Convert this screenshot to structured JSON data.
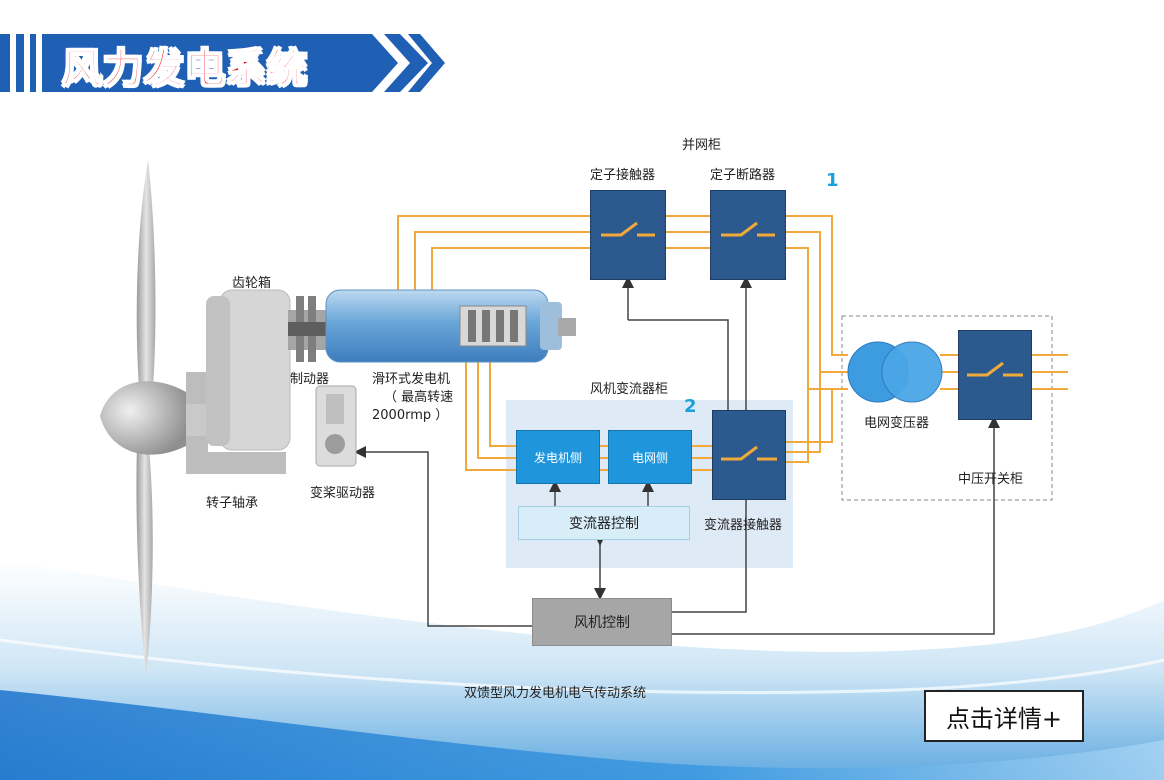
{
  "title": "风力发电系统",
  "labels": {
    "gearbox": "齿轮箱",
    "brake": "制动器",
    "rotor_bearing": "转子轴承",
    "pitch_drive": "变桨驱动器",
    "generator_line1": "滑环式发电机",
    "generator_line2": "（ 最高转速",
    "generator_line3": "2000rmp ）",
    "grid_cabinet": "并网柜",
    "stator_contactor": "定子接触器",
    "stator_breaker": "定子断路器",
    "marker_1": "1",
    "marker_2": "2",
    "converter_cabinet": "风机变流器柜",
    "generator_side": "发电机侧",
    "grid_side": "电网侧",
    "converter_control": "变流器控制",
    "converter_contactor": "变流器接触器",
    "grid_transformer": "电网变压器",
    "mv_switchgear": "中压开关柜",
    "turbine_control": "风机控制",
    "caption": "双馈型风力发电机电气传动系统"
  },
  "details_button": "点击详情+",
  "colors": {
    "title_red": "#e8202a",
    "banner_blue": "#1f5fb4",
    "wire_orange": "#f2a93b",
    "box_dark_blue": "#2d5a8e",
    "box_light_blue": "#1f96dc",
    "marker_blue": "#1aa0dc"
  }
}
